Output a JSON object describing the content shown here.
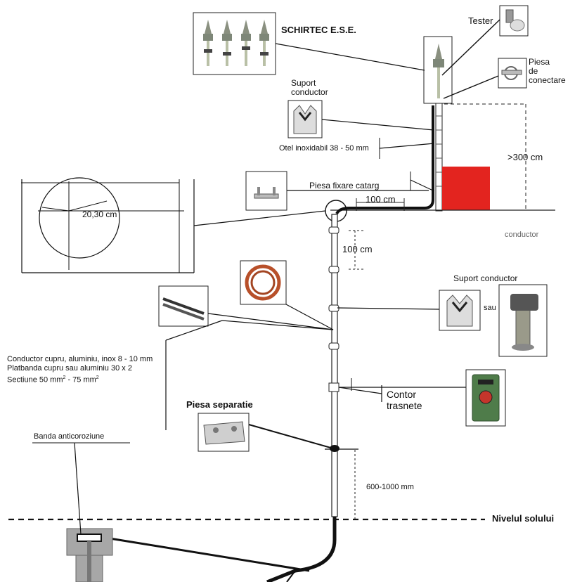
{
  "labels": {
    "brand": "SCHIRTEC E.S.E.",
    "tester": "Tester",
    "piesa_conectare": [
      "Piesa",
      "de",
      "conectare"
    ],
    "suport_conductor_top": [
      "Suport",
      "conductor"
    ],
    "otel_inox": "Otel inoxidabil 38 - 50 mm",
    "height_min": ">300 cm",
    "piesa_fixare": "Piesa fixare catarg",
    "dist_100_h": "100 cm",
    "dist_100_v": "100 cm",
    "radius": "20,30 cm",
    "conductor_note": "conductor",
    "suport_conductor_right": "Suport conductor",
    "sau": "sau",
    "conductor_spec_1": "Conductor cupru, aluminiu, inox 8 - 10 mm",
    "conductor_spec_2": "Platbanda cupru sau aluminiu 30 x 2",
    "conductor_spec_3": "Sectiune 50 mm",
    "conductor_spec_3_sup1": "2",
    "conductor_spec_3_mid": " - 75 mm",
    "conductor_spec_3_sup2": "2",
    "contor": [
      "Contor",
      "trasnete"
    ],
    "piesa_separatie": "Piesa separatie",
    "dist_600_1000": "600-1000 mm",
    "nivelul_solului": "Nivelul solului",
    "banda": "Banda anticoroziune"
  },
  "colors": {
    "line": "#111111",
    "building": "#e3241f",
    "metal": "#9aa38c",
    "ground_pit": "#a7a7a7",
    "copper": "#b8502a"
  }
}
